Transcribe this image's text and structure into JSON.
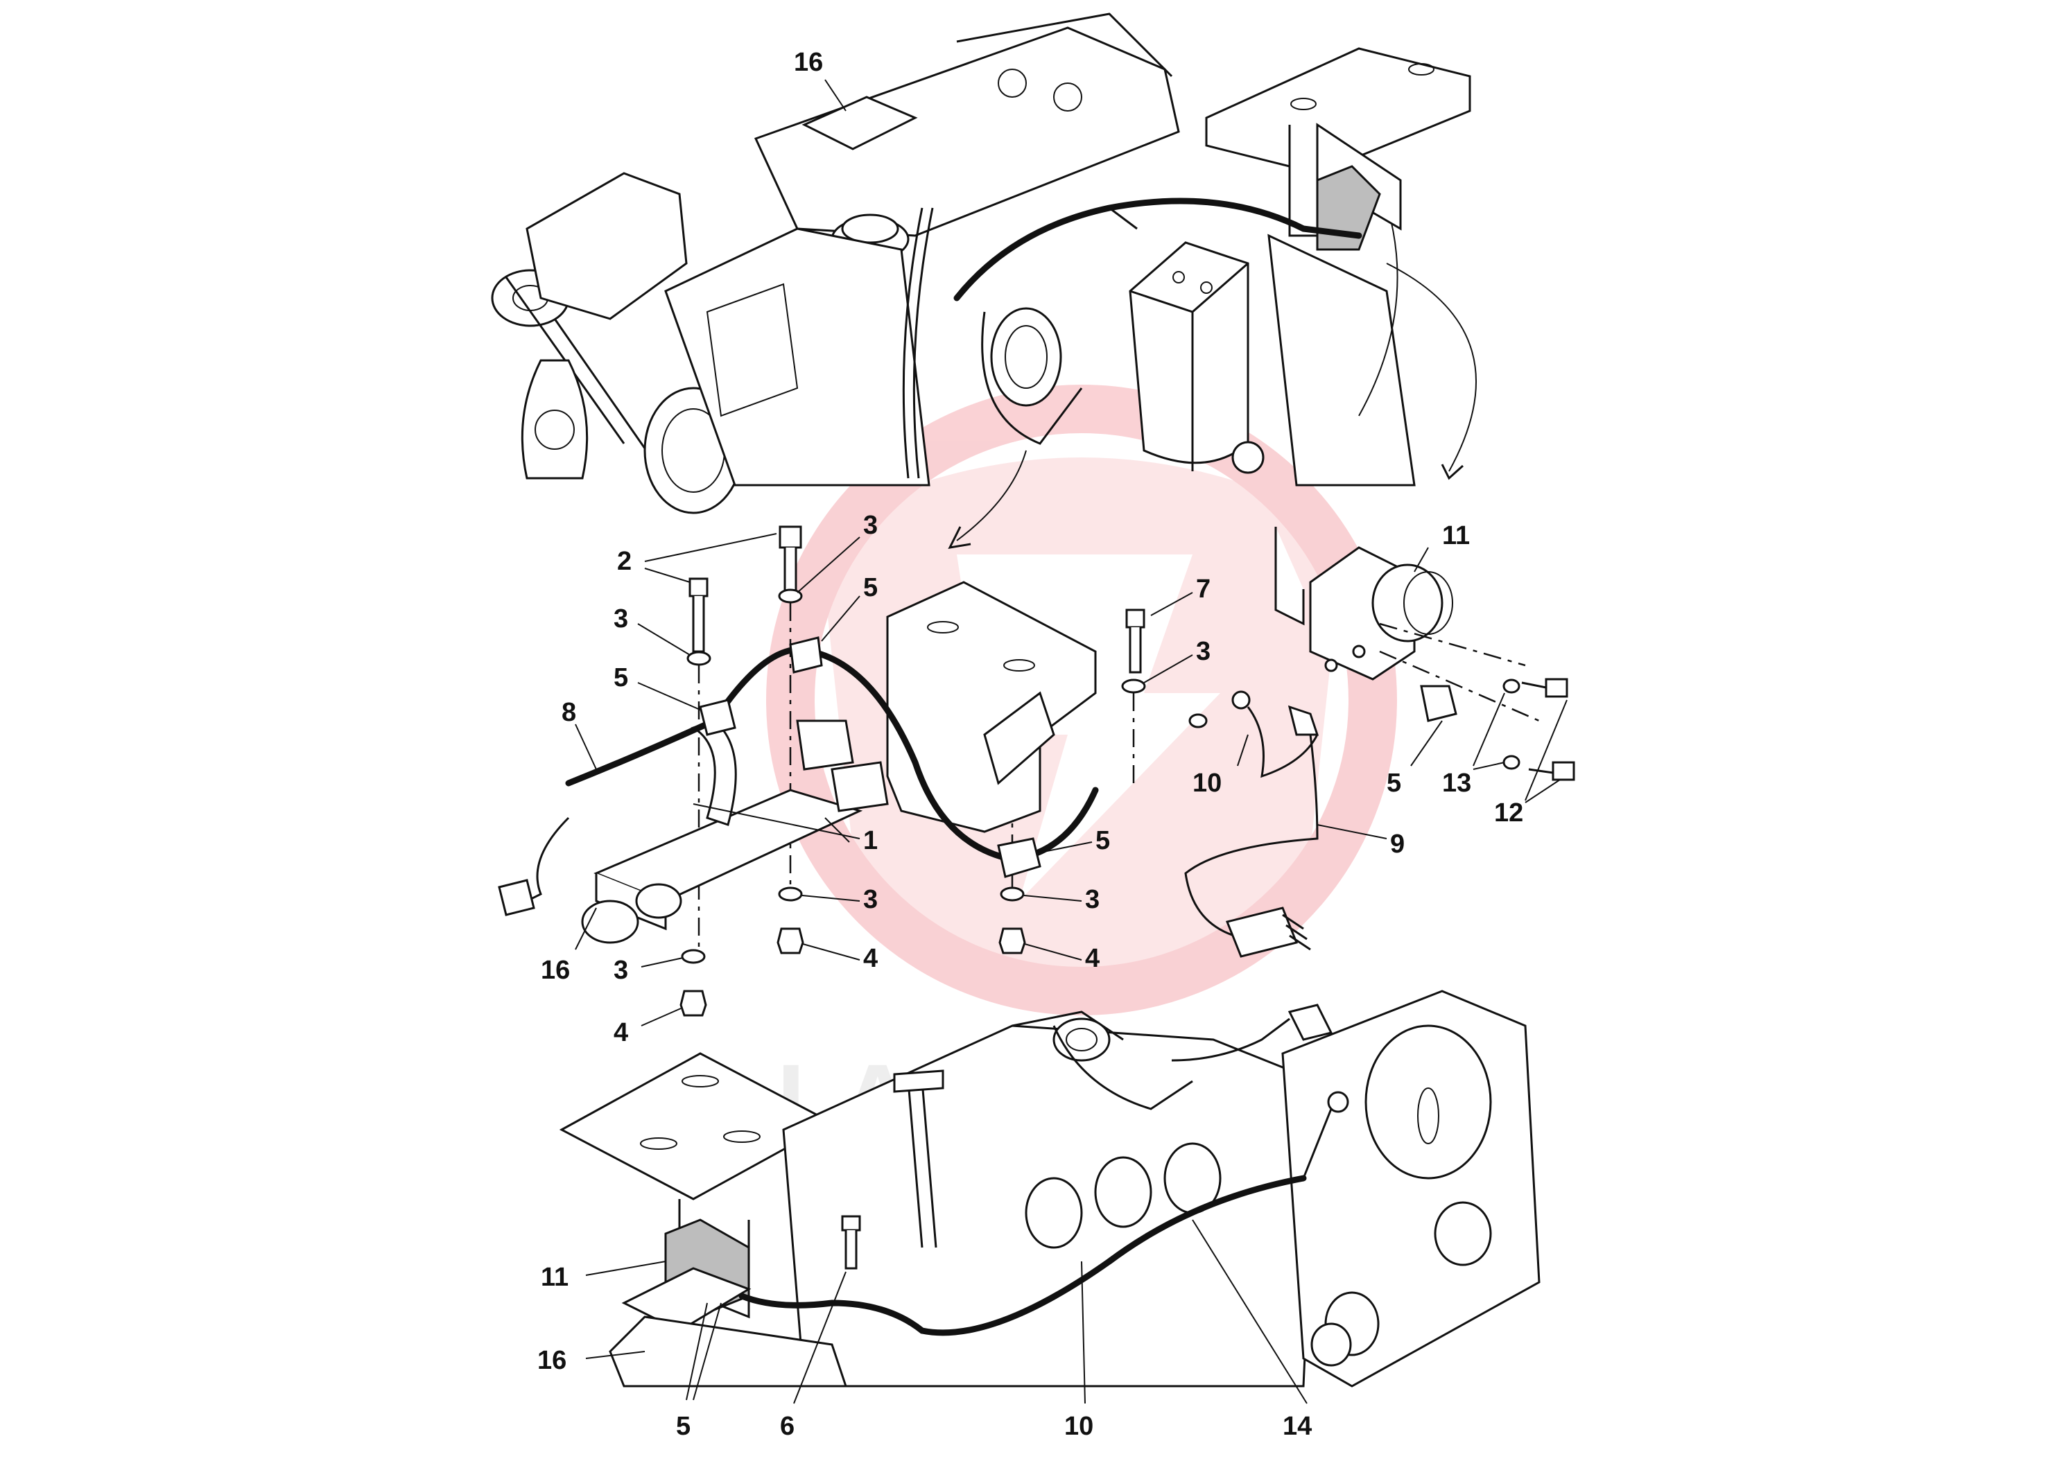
{
  "callouts": {
    "c1": "1",
    "c2": "2",
    "c3": "3",
    "c4": "4",
    "c5": "5",
    "c6": "6",
    "c7": "7",
    "c8": "8",
    "c9": "9",
    "c10": "10",
    "c11": "11",
    "c12": "12",
    "c13": "13",
    "c14": "14",
    "c16": "16"
  },
  "colors": {
    "watermark": "#e8343f",
    "line": "#111111",
    "highlight": "#bdbdbd"
  }
}
